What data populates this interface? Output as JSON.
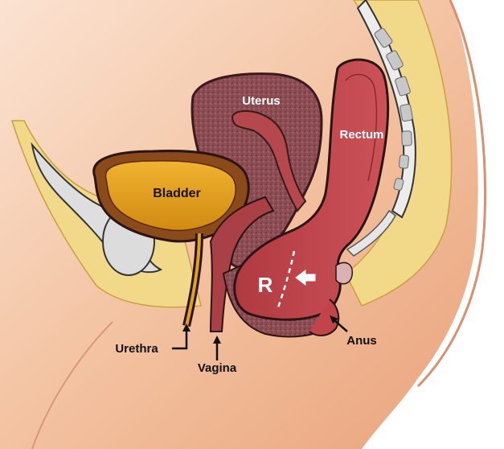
{
  "labels": {
    "uterus": "Uterus",
    "rectum": "Rectum",
    "bladder": "Bladder",
    "rectocele": "R",
    "urethra": "Urethra",
    "vagina": "Vagina",
    "anus": "Anus"
  },
  "colors": {
    "skin": "#f0b994",
    "skin_light": "#f7d2b8",
    "fat": "#f2d98a",
    "bone": "#d9d9d9",
    "bladder": "#e0a020",
    "bladder_wall": "#8a4a1a",
    "uterus_tissue": "#8c4a52",
    "rectum": "#c0444a",
    "vagina": "#b5484c",
    "outline": "#2a1414"
  },
  "icons": {
    "arrow": "arrow-icon",
    "dashed_line": "dashed-line"
  }
}
